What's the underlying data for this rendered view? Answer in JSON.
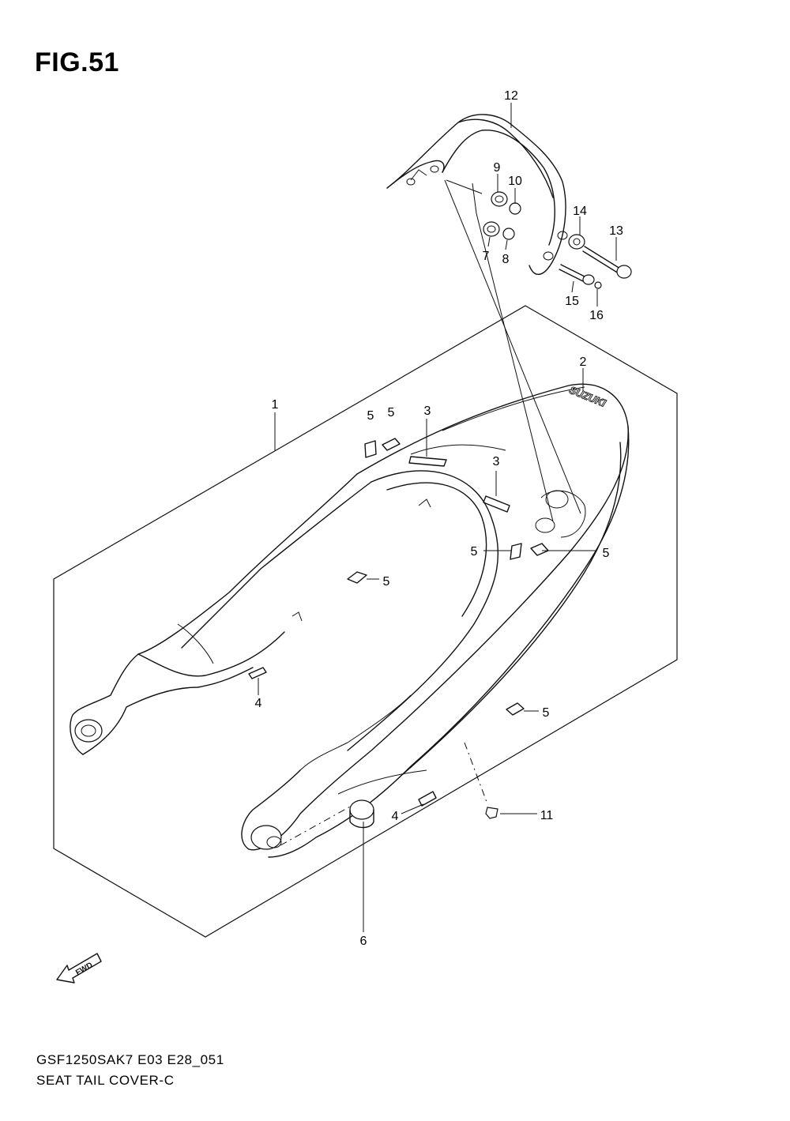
{
  "figure": {
    "title": "FIG.51",
    "model_code": "GSF1250SAK7 E03 E28_051",
    "subtitle": "SEAT TAIL COVER-C"
  },
  "callouts": {
    "c1": "1",
    "c2": "2",
    "c3a": "3",
    "c3b": "3",
    "c4a": "4",
    "c4b": "4",
    "c5a": "5",
    "c5b": "5",
    "c5c": "5",
    "c5d": "5",
    "c5e": "5",
    "c5f": "5",
    "c6": "6",
    "c7": "7",
    "c8": "8",
    "c9": "9",
    "c10": "10",
    "c11": "11",
    "c12": "12",
    "c13": "13",
    "c14": "14",
    "c15": "15",
    "c16": "16"
  },
  "logo": {
    "text": "SUZUKI"
  },
  "fwd_arrow": {
    "label": "FWD"
  }
}
